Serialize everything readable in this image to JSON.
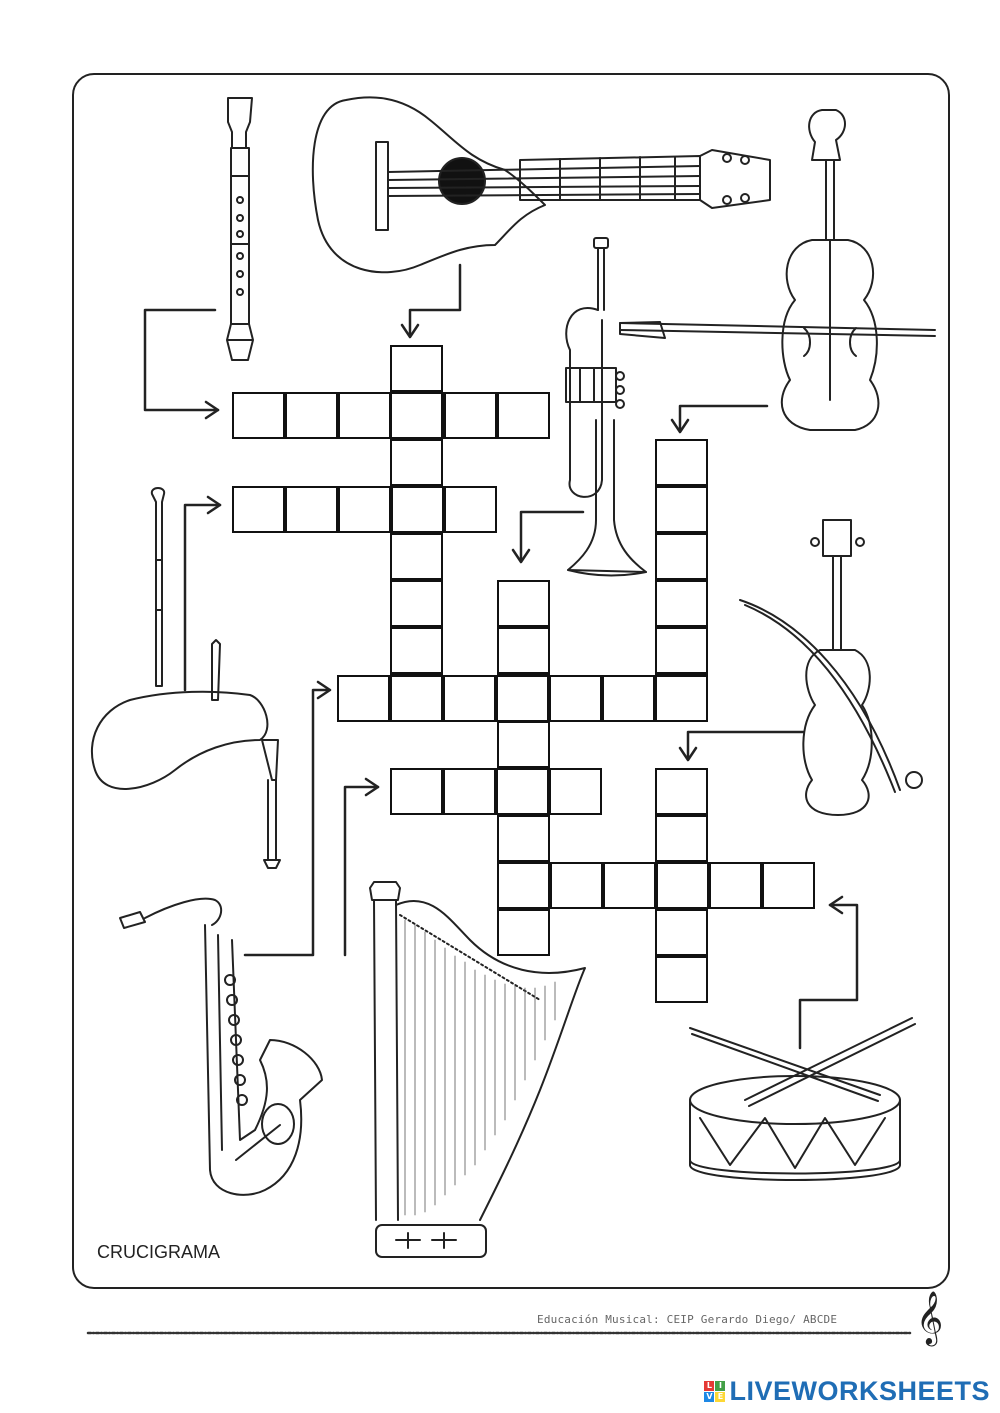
{
  "worksheet": {
    "title": "CRUCIGRAMA",
    "footer_text": "Educación Musical: CEIP Gerardo Diego/ ABCDE",
    "footer_symbol": "𝄞"
  },
  "brand": {
    "name": "LIVEWORKSHEETS",
    "icon_letters": [
      "L",
      "I",
      "V",
      "E"
    ],
    "icon_colors": [
      "#e53935",
      "#43a047",
      "#1e88e5",
      "#fdd835"
    ],
    "text_color": "#1f6db5"
  },
  "illustrations": [
    "recorder-icon",
    "guitar-icon",
    "violin-icon",
    "trumpet-icon",
    "bagpipe-icon",
    "cello-icon",
    "saxophone-icon",
    "harp-icon",
    "drum-icon"
  ],
  "answers": {
    "guitarra": "",
    "flauta": "",
    "gaita": "",
    "violin": "",
    "trompeta": "",
    "saxofon": "",
    "arpa": "",
    "violonchelo": "",
    "tambor": ""
  }
}
